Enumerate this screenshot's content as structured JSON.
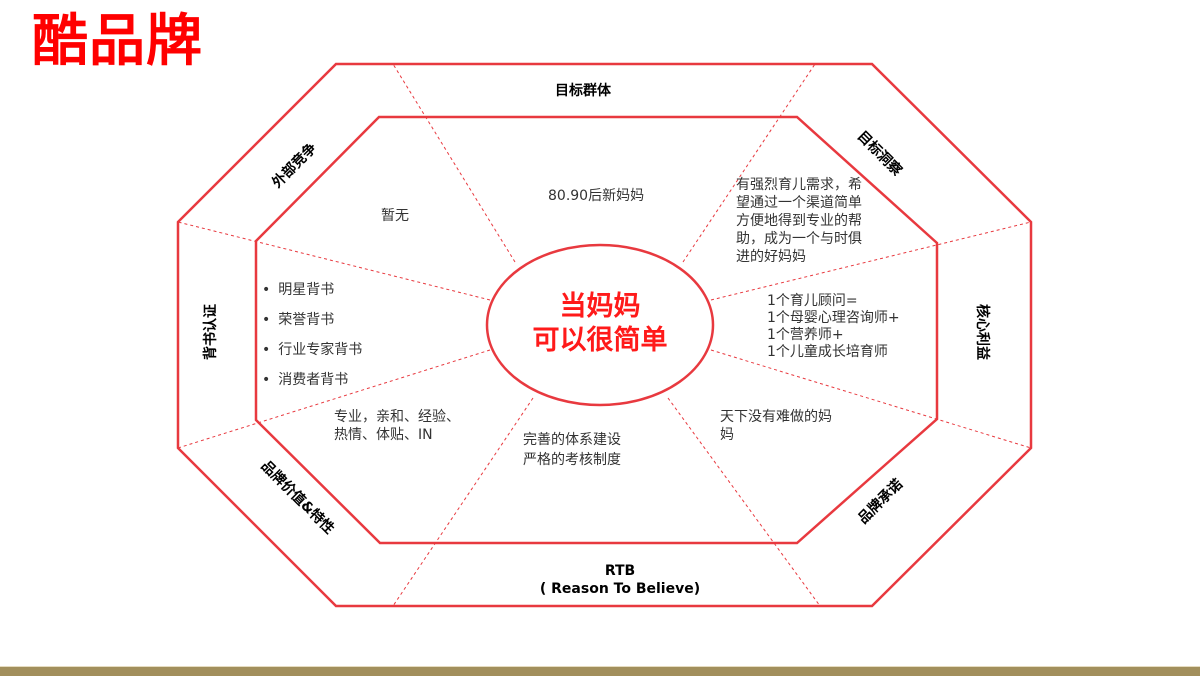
{
  "title": "酷品牌",
  "colors": {
    "accent": "#ff0000",
    "line": "#e8393f",
    "footer": "#a28f5c"
  },
  "center": {
    "line1": "当妈妈",
    "line2": "可以很简单"
  },
  "sections": {
    "top": {
      "label": "目标群体",
      "content": "80.90后新妈妈"
    },
    "top_right": {
      "label": "目标洞察",
      "content": [
        "有强烈育儿需求，希",
        "望通过一个渠道简单",
        "方便地得到专业的帮",
        "助，成为一个与时俱",
        "进的好妈妈"
      ]
    },
    "right": {
      "label": "核心利益",
      "content": [
        "1个育儿顾问=",
        "1个母婴心理咨询师+",
        "1个营养师+",
        "1个儿童成长培育师"
      ]
    },
    "bottom_right": {
      "label": "品牌承诺",
      "content": [
        "天下没有难做的妈",
        "妈"
      ]
    },
    "bottom": {
      "label_line1": "RTB",
      "label_line2": "( Reason To Believe)",
      "content": [
        "完善的体系建设",
        "严格的考核制度"
      ]
    },
    "bottom_left": {
      "label": "品牌价值&特性",
      "content": [
        "专业，亲和、经验、",
        "热情、体贴、IN"
      ]
    },
    "left": {
      "label": "背书认证",
      "content": [
        "明星背书",
        "荣誉背书",
        "行业专家背书",
        "消费者背书"
      ]
    },
    "top_left": {
      "label": "外部竞争",
      "content": "暂无"
    }
  }
}
